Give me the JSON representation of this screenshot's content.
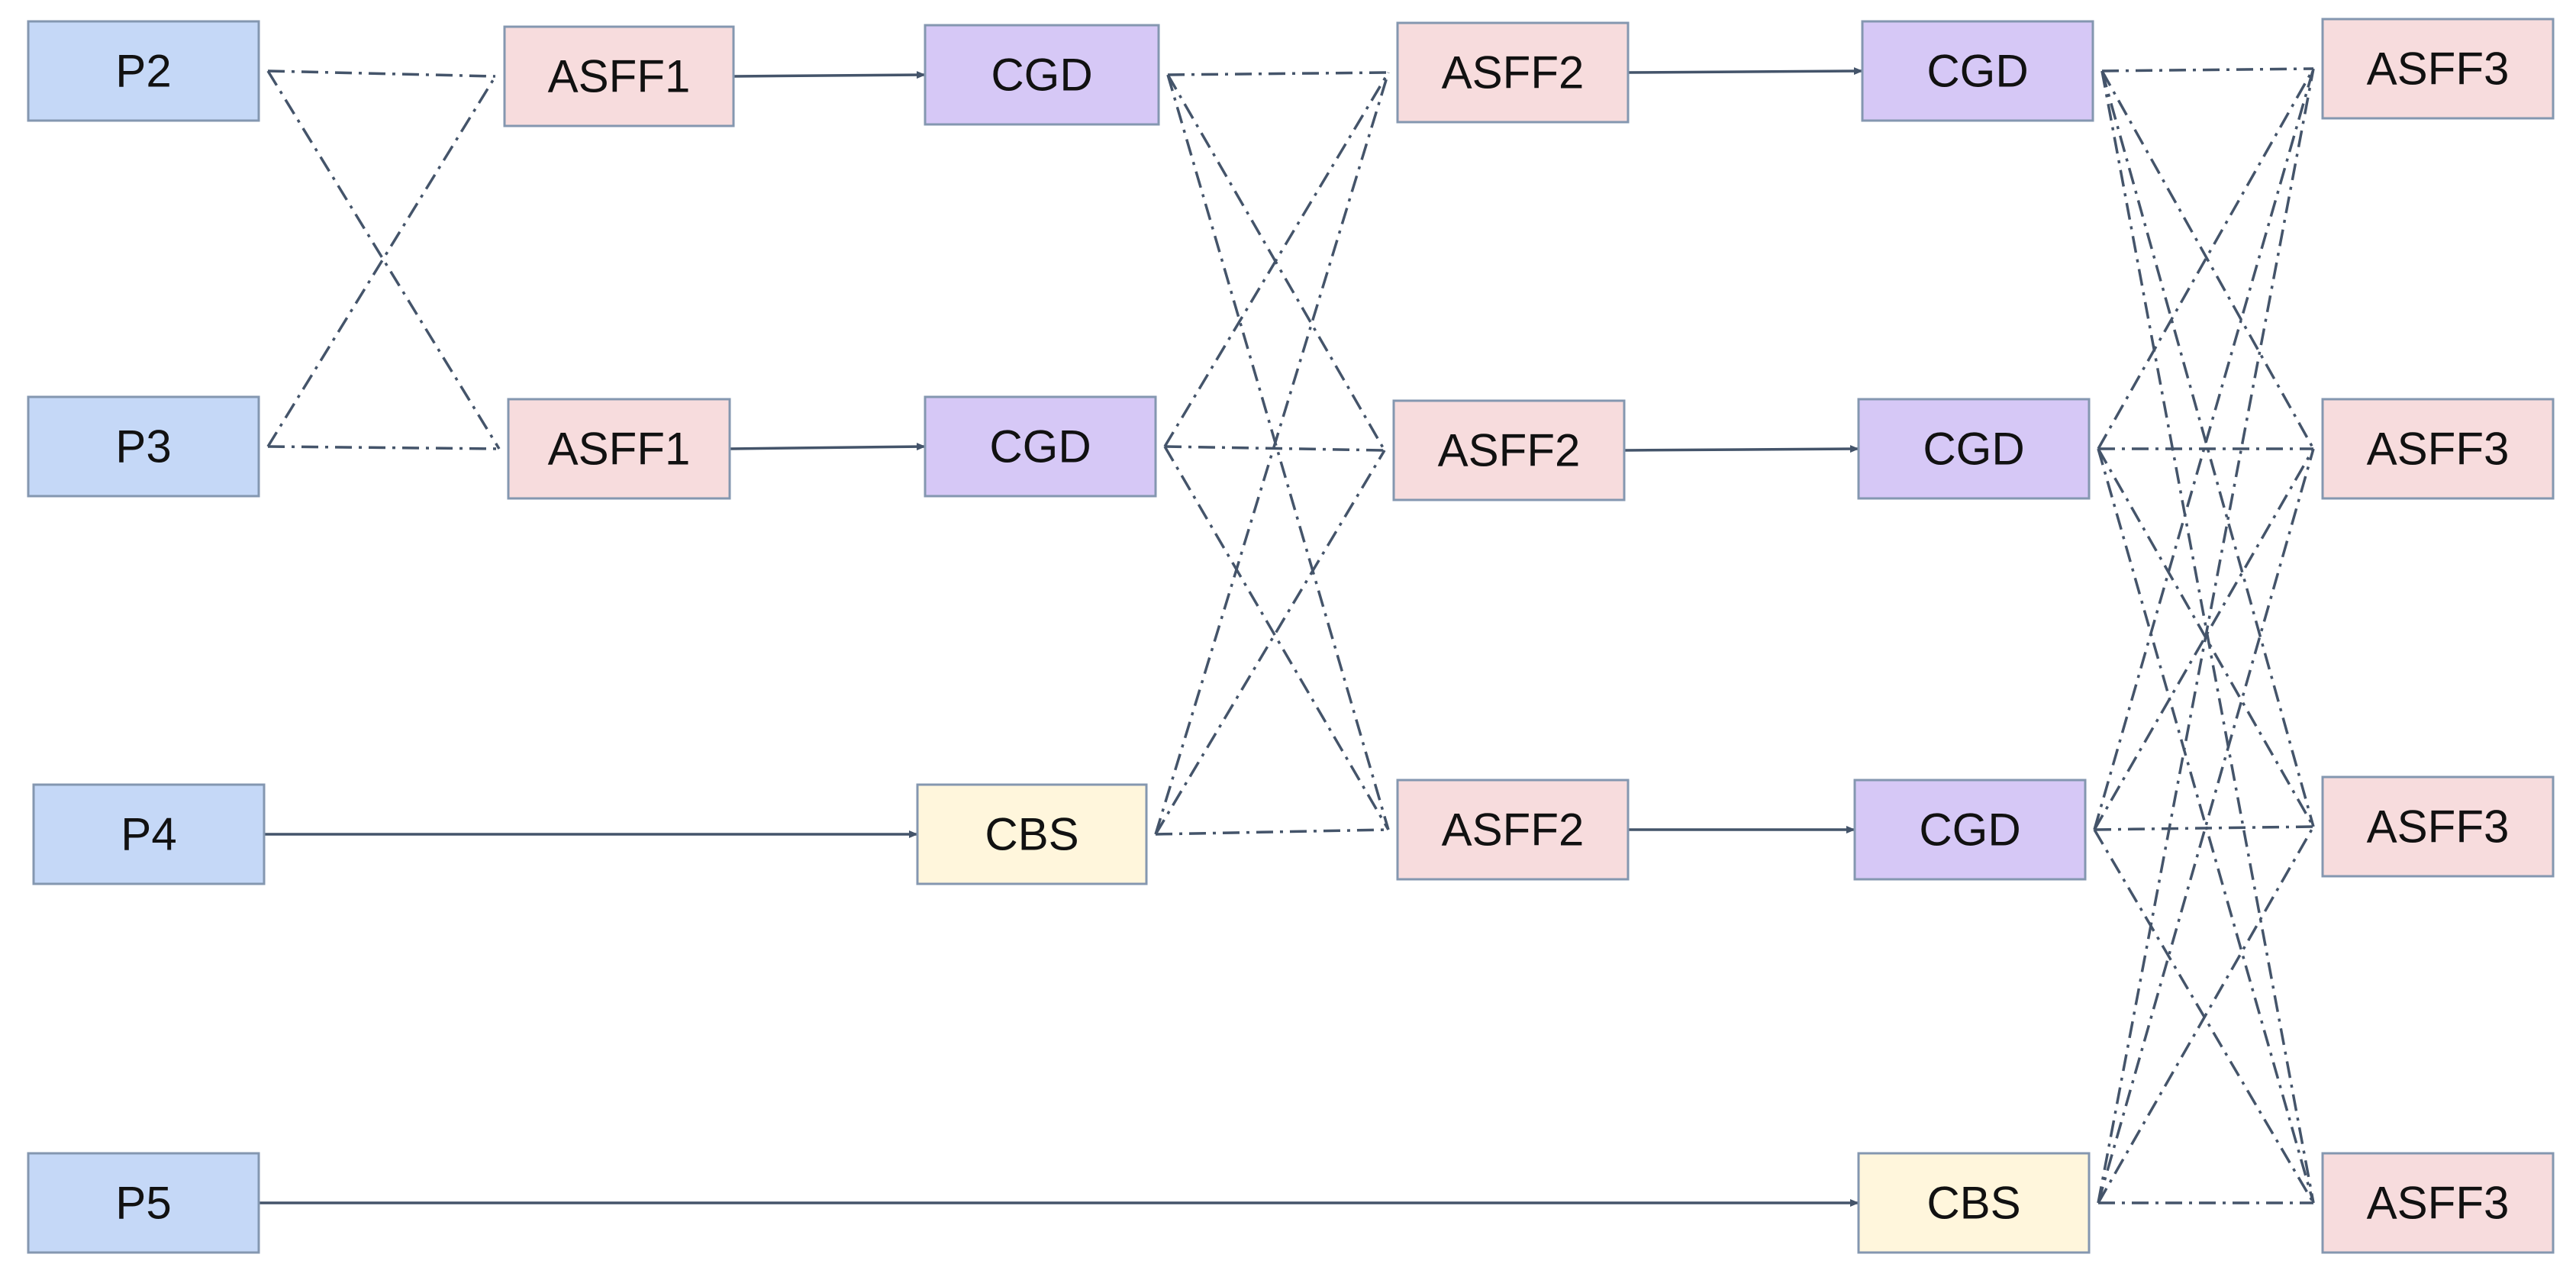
{
  "diagram": {
    "colors": {
      "input": "#c5d8f7",
      "asff": "#f7dcdd",
      "cgd": "#d6c8f6",
      "cbs": "#fff6dc",
      "border": "#8497b0",
      "edge": "#44546a"
    },
    "nodes": [
      {
        "id": "p2",
        "label": "P2",
        "kind": "input"
      },
      {
        "id": "p3",
        "label": "P3",
        "kind": "input"
      },
      {
        "id": "p4",
        "label": "P4",
        "kind": "input"
      },
      {
        "id": "p5",
        "label": "P5",
        "kind": "input"
      },
      {
        "id": "asff1a",
        "label": "ASFF1",
        "kind": "asff"
      },
      {
        "id": "asff1b",
        "label": "ASFF1",
        "kind": "asff"
      },
      {
        "id": "cgd1a",
        "label": "CGD",
        "kind": "cgd"
      },
      {
        "id": "cgd1b",
        "label": "CGD",
        "kind": "cgd"
      },
      {
        "id": "cbs1",
        "label": "CBS",
        "kind": "cbs"
      },
      {
        "id": "asff2a",
        "label": "ASFF2",
        "kind": "asff"
      },
      {
        "id": "asff2b",
        "label": "ASFF2",
        "kind": "asff"
      },
      {
        "id": "asff2c",
        "label": "ASFF2",
        "kind": "asff"
      },
      {
        "id": "cgd2a",
        "label": "CGD",
        "kind": "cgd"
      },
      {
        "id": "cgd2b",
        "label": "CGD",
        "kind": "cgd"
      },
      {
        "id": "cgd2c",
        "label": "CGD",
        "kind": "cgd"
      },
      {
        "id": "cbs2",
        "label": "CBS",
        "kind": "cbs"
      },
      {
        "id": "asff3a",
        "label": "ASFF3",
        "kind": "asff"
      },
      {
        "id": "asff3b",
        "label": "ASFF3",
        "kind": "asff"
      },
      {
        "id": "asff3c",
        "label": "ASFF3",
        "kind": "asff"
      },
      {
        "id": "asff3d",
        "label": "ASFF3",
        "kind": "asff"
      }
    ],
    "edges": [
      {
        "from": "p2",
        "to": "asff1a",
        "style": "dashdot"
      },
      {
        "from": "p2",
        "to": "asff1b",
        "style": "dashdot"
      },
      {
        "from": "p3",
        "to": "asff1a",
        "style": "dashdot"
      },
      {
        "from": "p3",
        "to": "asff1b",
        "style": "dashdot"
      },
      {
        "from": "asff1a",
        "to": "cgd1a",
        "style": "arrow"
      },
      {
        "from": "asff1b",
        "to": "cgd1b",
        "style": "arrow"
      },
      {
        "from": "p4",
        "to": "cbs1",
        "style": "arrow"
      },
      {
        "from": "cgd1a",
        "to": "asff2a",
        "style": "dashdot"
      },
      {
        "from": "cgd1a",
        "to": "asff2b",
        "style": "dashdot"
      },
      {
        "from": "cgd1a",
        "to": "asff2c",
        "style": "dashdot"
      },
      {
        "from": "cgd1b",
        "to": "asff2a",
        "style": "dashdot"
      },
      {
        "from": "cgd1b",
        "to": "asff2b",
        "style": "dashdot"
      },
      {
        "from": "cgd1b",
        "to": "asff2c",
        "style": "dashdot"
      },
      {
        "from": "cbs1",
        "to": "asff2a",
        "style": "dashdot"
      },
      {
        "from": "cbs1",
        "to": "asff2b",
        "style": "dashdot"
      },
      {
        "from": "cbs1",
        "to": "asff2c",
        "style": "dashdot"
      },
      {
        "from": "asff2a",
        "to": "cgd2a",
        "style": "arrow"
      },
      {
        "from": "asff2b",
        "to": "cgd2b",
        "style": "arrow"
      },
      {
        "from": "asff2c",
        "to": "cgd2c",
        "style": "arrow"
      },
      {
        "from": "p5",
        "to": "cbs2",
        "style": "arrow"
      },
      {
        "from": "cgd2a",
        "to": "asff3a",
        "style": "dashdot"
      },
      {
        "from": "cgd2a",
        "to": "asff3b",
        "style": "dashdot"
      },
      {
        "from": "cgd2a",
        "to": "asff3c",
        "style": "dashdot"
      },
      {
        "from": "cgd2a",
        "to": "asff3d",
        "style": "dashdot"
      },
      {
        "from": "cgd2b",
        "to": "asff3a",
        "style": "dashdot"
      },
      {
        "from": "cgd2b",
        "to": "asff3b",
        "style": "dashdot"
      },
      {
        "from": "cgd2b",
        "to": "asff3c",
        "style": "dashdot"
      },
      {
        "from": "cgd2b",
        "to": "asff3d",
        "style": "dashdot"
      },
      {
        "from": "cgd2c",
        "to": "asff3a",
        "style": "dashdot"
      },
      {
        "from": "cgd2c",
        "to": "asff3b",
        "style": "dashdot"
      },
      {
        "from": "cgd2c",
        "to": "asff3c",
        "style": "dashdot"
      },
      {
        "from": "cgd2c",
        "to": "asff3d",
        "style": "dashdot"
      },
      {
        "from": "cbs2",
        "to": "asff3a",
        "style": "dashdot"
      },
      {
        "from": "cbs2",
        "to": "asff3b",
        "style": "dashdot"
      },
      {
        "from": "cbs2",
        "to": "asff3c",
        "style": "dashdot"
      },
      {
        "from": "cbs2",
        "to": "asff3d",
        "style": "dashdot"
      }
    ]
  }
}
